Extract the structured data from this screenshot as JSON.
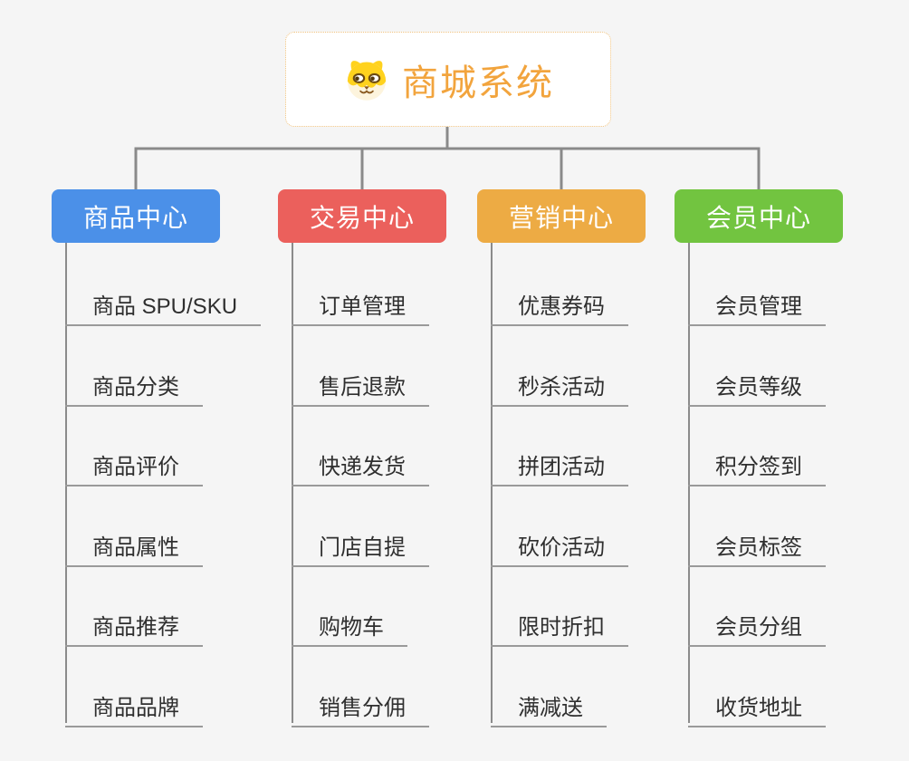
{
  "root": {
    "label": "商城系统",
    "icon": "dog-face-icon",
    "accent_color": "#f2a43d",
    "border_color": "#f0c27e"
  },
  "branches": [
    {
      "name": "product-center",
      "label": "商品中心",
      "color": "#4b90e8",
      "items": [
        "商品 SPU/SKU",
        "商品分类",
        "商品评价",
        "商品属性",
        "商品推荐",
        "商品品牌"
      ]
    },
    {
      "name": "trade-center",
      "label": "交易中心",
      "color": "#eb605c",
      "items": [
        "订单管理",
        "售后退款",
        "快递发货",
        "门店自提",
        "购物车",
        "销售分佣"
      ]
    },
    {
      "name": "marketing-center",
      "label": "营销中心",
      "color": "#edab44",
      "items": [
        "优惠券码",
        "秒杀活动",
        "拼团活动",
        "砍价活动",
        "限时折扣",
        "满减送"
      ]
    },
    {
      "name": "member-center",
      "label": "会员中心",
      "color": "#72c440",
      "items": [
        "会员管理",
        "会员等级",
        "积分签到",
        "会员标签",
        "会员分组",
        "收货地址"
      ]
    }
  ]
}
